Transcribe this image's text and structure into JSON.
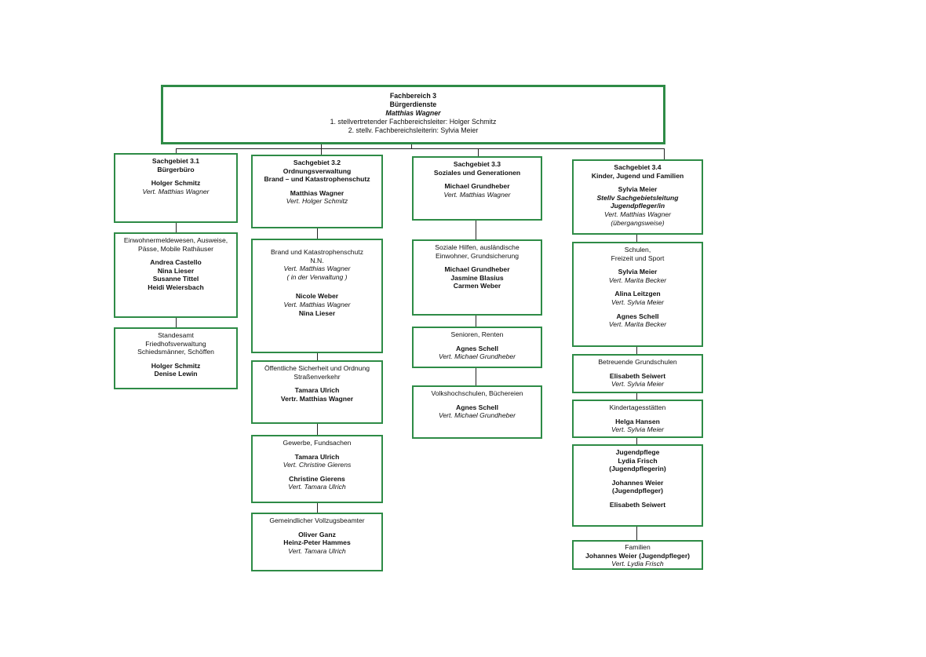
{
  "header": {
    "lines": [
      {
        "text": "Fachbereich 3",
        "style": "b"
      },
      {
        "text": "Bürgerdienste",
        "style": "b"
      },
      {
        "text": "Matthias Wagner",
        "style": "b i"
      },
      {
        "text": "1. stellvertretender Fachbereichsleiter: Holger Schmitz",
        "style": ""
      },
      {
        "text": "2. stellv. Fachbereichsleiterin: Sylvia Meier",
        "style": ""
      }
    ]
  },
  "columns": [
    {
      "id": "3-1",
      "boxes": [
        {
          "lines": [
            {
              "text": "Sachgebiet 3.1",
              "style": "b"
            },
            {
              "text": "Bürgerbüro",
              "style": "b"
            },
            {
              "text": "",
              "style": "gap"
            },
            {
              "text": "Holger Schmitz",
              "style": "b"
            },
            {
              "text": "Vert. Matthias Wagner",
              "style": "i"
            }
          ]
        },
        {
          "lines": [
            {
              "text": "Einwohnermeldewesen, Ausweise,",
              "style": ""
            },
            {
              "text": "Pässe, Mobile Rathäuser",
              "style": ""
            },
            {
              "text": "",
              "style": "gap"
            },
            {
              "text": "Andrea Castello",
              "style": "b"
            },
            {
              "text": "Nina Lieser",
              "style": "b"
            },
            {
              "text": "Susanne Tittel",
              "style": "b"
            },
            {
              "text": "Heidi Weiersbach",
              "style": "b"
            }
          ]
        },
        {
          "lines": [
            {
              "text": "Standesamt",
              "style": ""
            },
            {
              "text": "Friedhofsverwaltung",
              "style": ""
            },
            {
              "text": "Schiedsmänner, Schöffen",
              "style": ""
            },
            {
              "text": "",
              "style": "gap"
            },
            {
              "text": "Holger Schmitz",
              "style": "b"
            },
            {
              "text": "Denise Lewin",
              "style": "b"
            }
          ]
        }
      ]
    },
    {
      "id": "3-2",
      "boxes": [
        {
          "lines": [
            {
              "text": "Sachgebiet 3.2",
              "style": "b"
            },
            {
              "text": "Ordnungsverwaltung",
              "style": "b"
            },
            {
              "text": "Brand – und Katastrophenschutz",
              "style": "b"
            },
            {
              "text": "",
              "style": "gap"
            },
            {
              "text": "Matthias Wagner",
              "style": "b"
            },
            {
              "text": "Vert. Holger Schmitz",
              "style": "i"
            }
          ]
        },
        {
          "lines": [
            {
              "text": "",
              "style": "gap"
            },
            {
              "text": "Brand und Katastrophenschutz",
              "style": ""
            },
            {
              "text": "N.N.",
              "style": ""
            },
            {
              "text": "Vert. Matthias Wagner",
              "style": "i"
            },
            {
              "text": "( in der Verwaltung )",
              "style": "i"
            },
            {
              "text": "",
              "style": "gap"
            },
            {
              "text": "",
              "style": "gap"
            },
            {
              "text": "Nicole Weber",
              "style": "b"
            },
            {
              "text": "Vert. Matthias Wagner",
              "style": "i"
            },
            {
              "text": "Nina Lieser",
              "style": "b"
            }
          ]
        },
        {
          "lines": [
            {
              "text": "Öffentliche Sicherheit und Ordnung",
              "style": ""
            },
            {
              "text": "Straßenverkehr",
              "style": ""
            },
            {
              "text": "",
              "style": "gap"
            },
            {
              "text": "Tamara Ulrich",
              "style": "b"
            },
            {
              "text": "Vertr. Matthias Wagner",
              "style": "b"
            }
          ]
        },
        {
          "lines": [
            {
              "text": "Gewerbe, Fundsachen",
              "style": ""
            },
            {
              "text": "",
              "style": "gap"
            },
            {
              "text": "Tamara Ulrich",
              "style": "b"
            },
            {
              "text": "Vert. Christine Gierens",
              "style": "i"
            },
            {
              "text": "",
              "style": "gap"
            },
            {
              "text": "Christine Gierens",
              "style": "b"
            },
            {
              "text": "Vert. Tamara Ulrich",
              "style": "i"
            }
          ]
        },
        {
          "lines": [
            {
              "text": "Gemeindlicher Vollzugsbeamter",
              "style": ""
            },
            {
              "text": "",
              "style": "gap"
            },
            {
              "text": "Oliver Ganz",
              "style": "b"
            },
            {
              "text": "Heinz-Peter Hammes",
              "style": "b"
            },
            {
              "text": "Vert. Tamara Ulrich",
              "style": "i"
            }
          ]
        }
      ]
    },
    {
      "id": "3-3",
      "boxes": [
        {
          "lines": [
            {
              "text": "Sachgebiet 3.3",
              "style": "b"
            },
            {
              "text": "Soziales und Generationen",
              "style": "b"
            },
            {
              "text": "",
              "style": "gap"
            },
            {
              "text": "Michael Grundheber",
              "style": "b"
            },
            {
              "text": "Vert. Matthias Wagner",
              "style": "i"
            }
          ]
        },
        {
          "lines": [
            {
              "text": "Soziale Hilfen, ausländische",
              "style": ""
            },
            {
              "text": "Einwohner, Grundsicherung",
              "style": ""
            },
            {
              "text": "",
              "style": "gap"
            },
            {
              "text": "Michael Grundheber",
              "style": "b"
            },
            {
              "text": "Jasmine Blasius",
              "style": "b"
            },
            {
              "text": "Carmen Weber",
              "style": "b"
            }
          ]
        },
        {
          "lines": [
            {
              "text": "Senioren, Renten",
              "style": ""
            },
            {
              "text": "",
              "style": "gap"
            },
            {
              "text": "Agnes Schell",
              "style": "b"
            },
            {
              "text": "Vert. Michael Grundheber",
              "style": "i"
            }
          ]
        },
        {
          "lines": [
            {
              "text": "Volkshochschulen, Büchereien",
              "style": ""
            },
            {
              "text": "",
              "style": "gap"
            },
            {
              "text": "Agnes Schell",
              "style": "b"
            },
            {
              "text": "Vert. Michael Grundheber",
              "style": "i"
            }
          ]
        }
      ]
    },
    {
      "id": "3-4",
      "boxes": [
        {
          "lines": [
            {
              "text": "Sachgebiet 3.4",
              "style": "b"
            },
            {
              "text": "Kinder, Jugend und Familien",
              "style": "b"
            },
            {
              "text": "",
              "style": "gap"
            },
            {
              "text": "Sylvia Meier",
              "style": "b"
            },
            {
              "text": "Stellv Sachgebietsleitung",
              "style": "b i"
            },
            {
              "text": "Jugendpfleger/in",
              "style": "b i"
            },
            {
              "text": "Vert. Matthias Wagner",
              "style": "i"
            },
            {
              "text": "(übergangsweise)",
              "style": "i"
            }
          ]
        },
        {
          "lines": [
            {
              "text": "Schulen,",
              "style": ""
            },
            {
              "text": "Freizeit und Sport",
              "style": ""
            },
            {
              "text": "",
              "style": "gap"
            },
            {
              "text": "Sylvia Meier",
              "style": "b"
            },
            {
              "text": "Vert. Marita Becker",
              "style": "i"
            },
            {
              "text": "",
              "style": "gap"
            },
            {
              "text": "Alina Leitzgen",
              "style": "b"
            },
            {
              "text": "Vert. Sylvia Meier",
              "style": "i"
            },
            {
              "text": "",
              "style": "gap"
            },
            {
              "text": "Agnes Schell",
              "style": "b"
            },
            {
              "text": "Vert. Marita Becker",
              "style": "i"
            }
          ]
        },
        {
          "lines": [
            {
              "text": "Betreuende Grundschulen",
              "style": ""
            },
            {
              "text": "",
              "style": "gap"
            },
            {
              "text": "Elisabeth Seiwert",
              "style": "b"
            },
            {
              "text": "Vert. Sylvia Meier",
              "style": "i"
            }
          ]
        },
        {
          "lines": [
            {
              "text": "Kindertagesstätten",
              "style": ""
            },
            {
              "text": "",
              "style": "gap"
            },
            {
              "text": "Helga Hansen",
              "style": "b"
            },
            {
              "text": "Vert. Sylvia Meier",
              "style": "i"
            }
          ]
        },
        {
          "lines": [
            {
              "text": "Jugendpflege",
              "style": "b"
            },
            {
              "text": "Lydia Frisch",
              "style": "b"
            },
            {
              "text": "(Jugendpflegerin)",
              "style": "b"
            },
            {
              "text": "",
              "style": "gap"
            },
            {
              "text": "Johannes Weier",
              "style": "b"
            },
            {
              "text": "(Jugendpfleger)",
              "style": "b"
            },
            {
              "text": "",
              "style": "gap"
            },
            {
              "text": "Elisabeth Seiwert",
              "style": "b"
            }
          ]
        },
        {
          "lines": [
            {
              "text": "Familien",
              "style": ""
            },
            {
              "text": "Johannes Weier (Jugendpfleger)",
              "style": "b"
            },
            {
              "text": "Vert. Lydia Frisch",
              "style": "i"
            }
          ]
        }
      ]
    }
  ]
}
